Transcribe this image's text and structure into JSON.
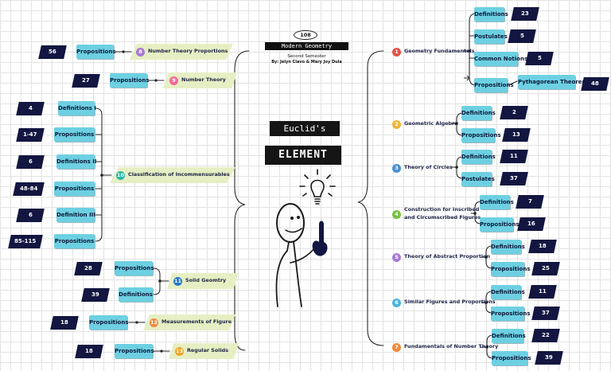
{
  "header": {
    "tab_number": "108",
    "course": "Modern Geometry",
    "semester": "Second Semester",
    "authors": "By: Jelyn Clavo & Mary Joy Dula"
  },
  "center": {
    "title_line1": "Euclid's",
    "title_line2": "ELEMENT"
  },
  "colors": {
    "tag_fill": "#6dd0e2",
    "number_fill": "#121640",
    "left_topic_fill": "#e6efc3",
    "badges": [
      "#e05546",
      "#f2b63a",
      "#4b8fd1",
      "#77c241",
      "#a87ad3",
      "#4bb3dd",
      "#f08a3c",
      "#a87ad3",
      "#f26a9a",
      "#2ab6a9",
      "#2577c9",
      "#f08a3c",
      "#f5a623"
    ]
  },
  "topics_right": [
    {
      "no": "1",
      "title": "Geometry Fundamentals",
      "items": [
        {
          "label": "Definitions",
          "value": "23"
        },
        {
          "label": "Postulates",
          "value": "5"
        },
        {
          "label": "Common Notions",
          "value": "5"
        },
        {
          "label": "Propositions",
          "value": "48",
          "sub": "Pythagorean Theorem"
        }
      ]
    },
    {
      "no": "2",
      "title": "Geometric Algebra",
      "items": [
        {
          "label": "Definitions",
          "value": "2"
        },
        {
          "label": "Propositions",
          "value": "13"
        }
      ]
    },
    {
      "no": "3",
      "title": "Theory of Circles",
      "items": [
        {
          "label": "Definitions",
          "value": "11"
        },
        {
          "label": "Postulates",
          "value": "37"
        }
      ]
    },
    {
      "no": "4",
      "title_line1": "Construction for Inscribed",
      "title_line2": "and Circumscribed Figures",
      "items": [
        {
          "label": "Definitions",
          "value": "7"
        },
        {
          "label": "Propositions",
          "value": "16"
        }
      ]
    },
    {
      "no": "5",
      "title": "Theory of Abstract Proportion",
      "items": [
        {
          "label": "Definitions",
          "value": "18"
        },
        {
          "label": "Propositions",
          "value": "25"
        }
      ]
    },
    {
      "no": "6",
      "title": "Similar Figures and Proportions",
      "items": [
        {
          "label": "Definitions",
          "value": "11"
        },
        {
          "label": "Propositions",
          "value": "37"
        }
      ]
    },
    {
      "no": "7",
      "title": "Fundamentals of Number Theory",
      "items": [
        {
          "label": "Definitions",
          "value": "22"
        },
        {
          "label": "Propositions",
          "value": "39"
        }
      ]
    }
  ],
  "topics_left": [
    {
      "no": "8",
      "title": "Number Theory Proportions",
      "items": [
        {
          "label": "Propositions",
          "value": "56"
        }
      ]
    },
    {
      "no": "9",
      "title": "Number Theory",
      "items": [
        {
          "label": "Propositions",
          "value": "27"
        }
      ]
    },
    {
      "no": "10",
      "title": "Classification of Incommensurables",
      "items": [
        {
          "label": "Definitions I",
          "value": "4"
        },
        {
          "label": "Propositions",
          "value": "1-47"
        },
        {
          "label": "Definitions II",
          "value": "6"
        },
        {
          "label": "Propositions",
          "value": "48-84"
        },
        {
          "label": "Definition III",
          "value": "6"
        },
        {
          "label": "Propositions",
          "value": "85-115"
        }
      ]
    },
    {
      "no": "11",
      "title": "Solid Geomtry",
      "items": [
        {
          "label": "Propositions",
          "value": "28"
        },
        {
          "label": "Definitions",
          "value": "39"
        }
      ]
    },
    {
      "no": "12",
      "title": "Measurements of Figure",
      "items": [
        {
          "label": "Propositions",
          "value": "18"
        }
      ]
    },
    {
      "no": "13",
      "title": "Regular Solids",
      "items": [
        {
          "label": "Propositions",
          "value": "18"
        }
      ]
    }
  ]
}
